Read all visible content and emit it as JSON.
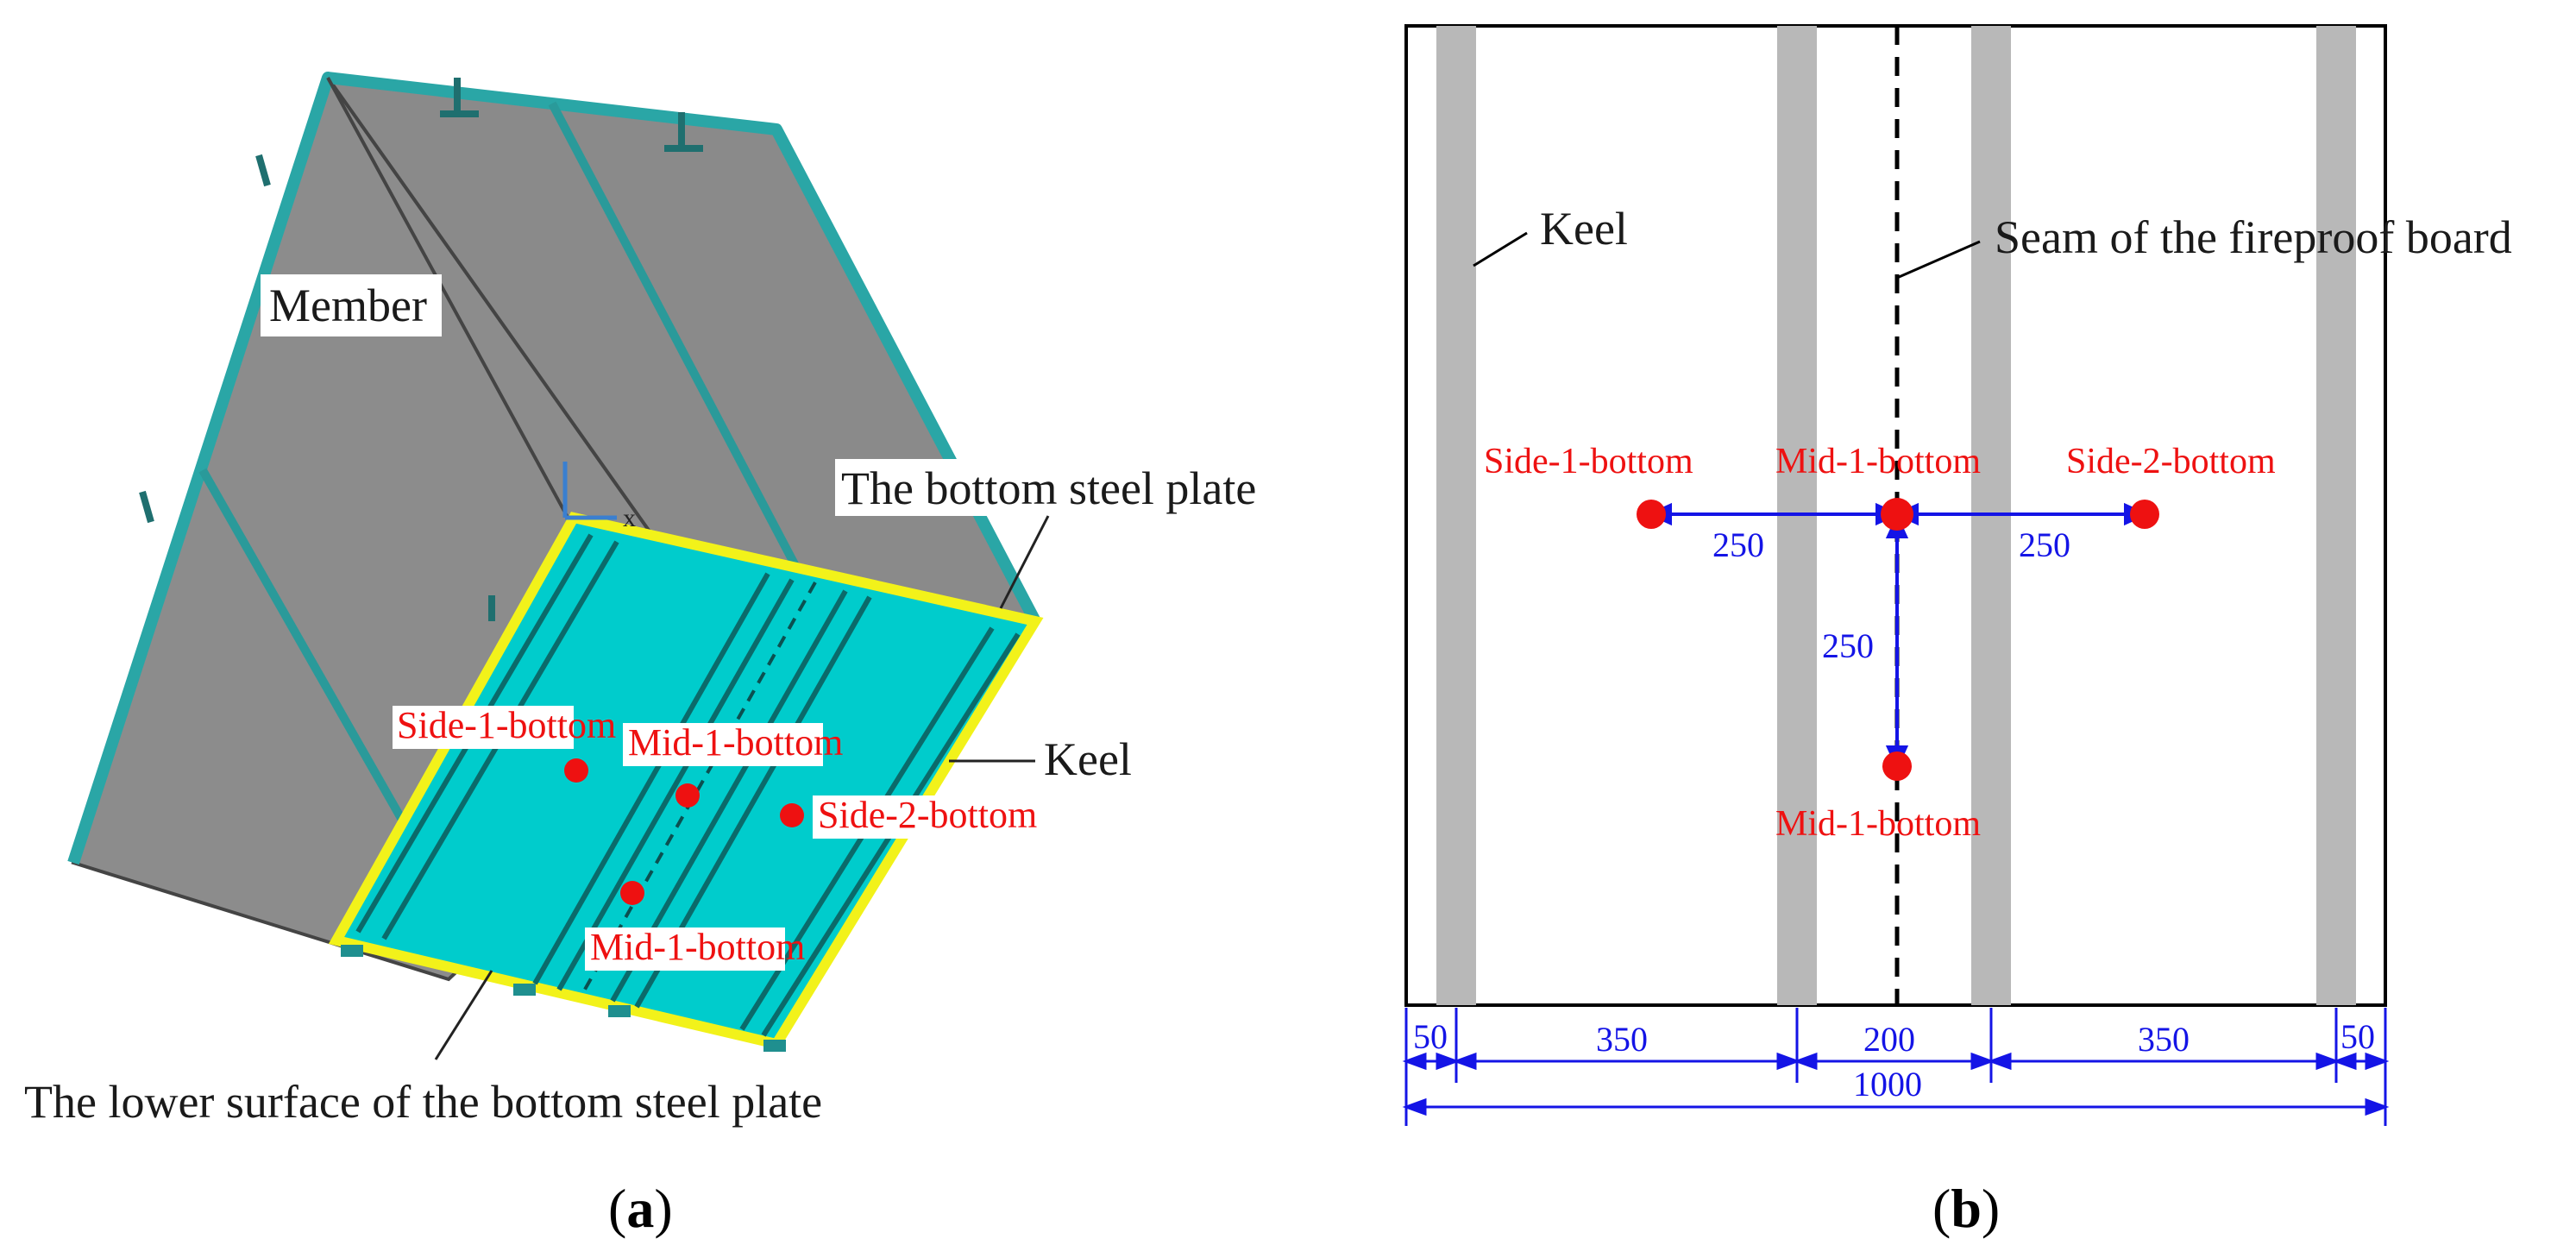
{
  "panel_a": {
    "labels": {
      "member": "Member",
      "bottom_plate": "The bottom steel plate",
      "keel": "Keel",
      "lower_surface": "The lower surface of the bottom steel plate",
      "side1": "Side-1-bottom",
      "mid1_top": "Mid-1-bottom",
      "side2": "Side-2-bottom",
      "mid1_low": "Mid-1-bottom",
      "axis_x": "x"
    },
    "caption": {
      "open": "(",
      "letter": "a",
      "close": ")"
    }
  },
  "panel_b": {
    "labels": {
      "keel": "Keel",
      "seam": "Seam of the fireproof board",
      "side1": "Side-1-bottom",
      "mid1_top": "Mid-1-bottom",
      "side2": "Side-2-bottom",
      "mid1_low": "Mid-1-bottom"
    },
    "dims": {
      "d250_left": "250",
      "d250_right": "250",
      "d250_down": "250",
      "b50_left": "50",
      "b350_left": "350",
      "b200": "200",
      "b350_right": "350",
      "b50_right": "50",
      "total": "1000"
    },
    "caption": {
      "open": "(",
      "letter": "b",
      "close": ")"
    }
  },
  "colors": {
    "member_gray": "#8a8a8a",
    "teal": "#2aa6a6",
    "plate_cyan": "#00cccc",
    "yellow_edge": "#f2f21a",
    "red_point": "#ee1111",
    "dim_blue": "#1414e6",
    "keel_gray": "#b8b8b8"
  }
}
